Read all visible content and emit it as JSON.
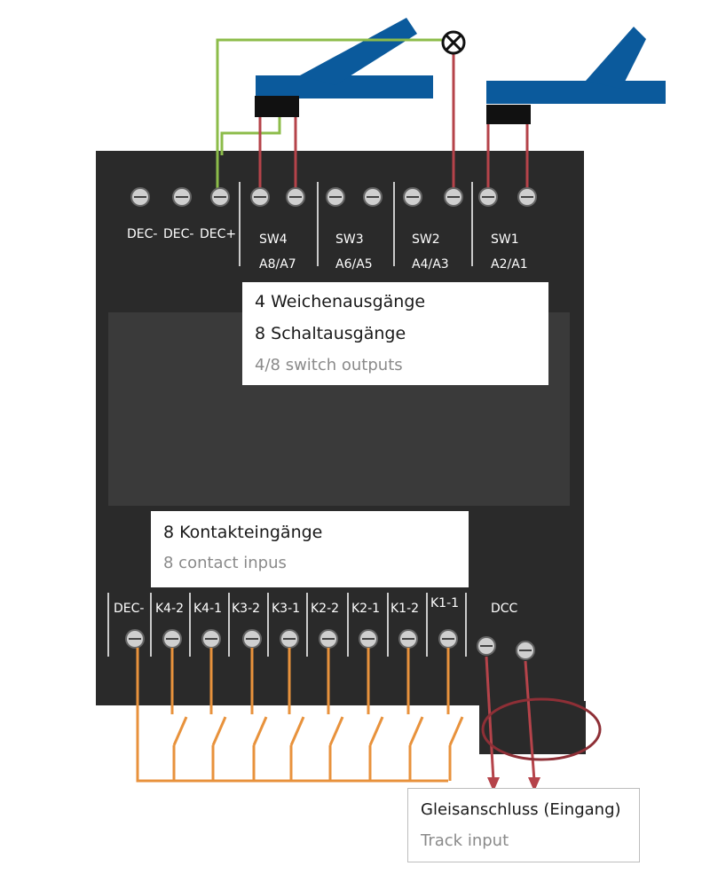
{
  "top_labels": {
    "dec": [
      "DEC-",
      "DEC-",
      "DEC+"
    ],
    "sw": [
      {
        "name": "SW4",
        "outputs": "A8/A7"
      },
      {
        "name": "SW3",
        "outputs": "A6/A5"
      },
      {
        "name": "SW2",
        "outputs": "A4/A3"
      },
      {
        "name": "SW1",
        "outputs": "A2/A1"
      }
    ]
  },
  "bottom_labels": [
    "DEC-",
    "K4-2",
    "K4-1",
    "K3-2",
    "K3-1",
    "K2-2",
    "K2-1",
    "K1-2",
    "K1-1",
    "DCC"
  ],
  "switch_outputs_box": {
    "line1": "4 Weichenausgänge",
    "line2": "8 Schaltausgänge",
    "line3": "4/8 switch outputs"
  },
  "contact_inputs_box": {
    "line1": "8 Kontakteingänge",
    "line2": "8 contact inpus"
  },
  "track_input_box": {
    "line1": "Gleisanschluss (Eingang)",
    "line2": "Track input"
  },
  "colors": {
    "board": "#2a2a2a",
    "turnout": "#0b5a9c",
    "red_wire": "#b5434a",
    "green_wire": "#8cbc4a",
    "orange_wire": "#e8923c",
    "circle_outline": "#8e2f36"
  },
  "icons": [
    "lamp-icon",
    "screw-terminal-icon",
    "contact-switch-icon"
  ]
}
